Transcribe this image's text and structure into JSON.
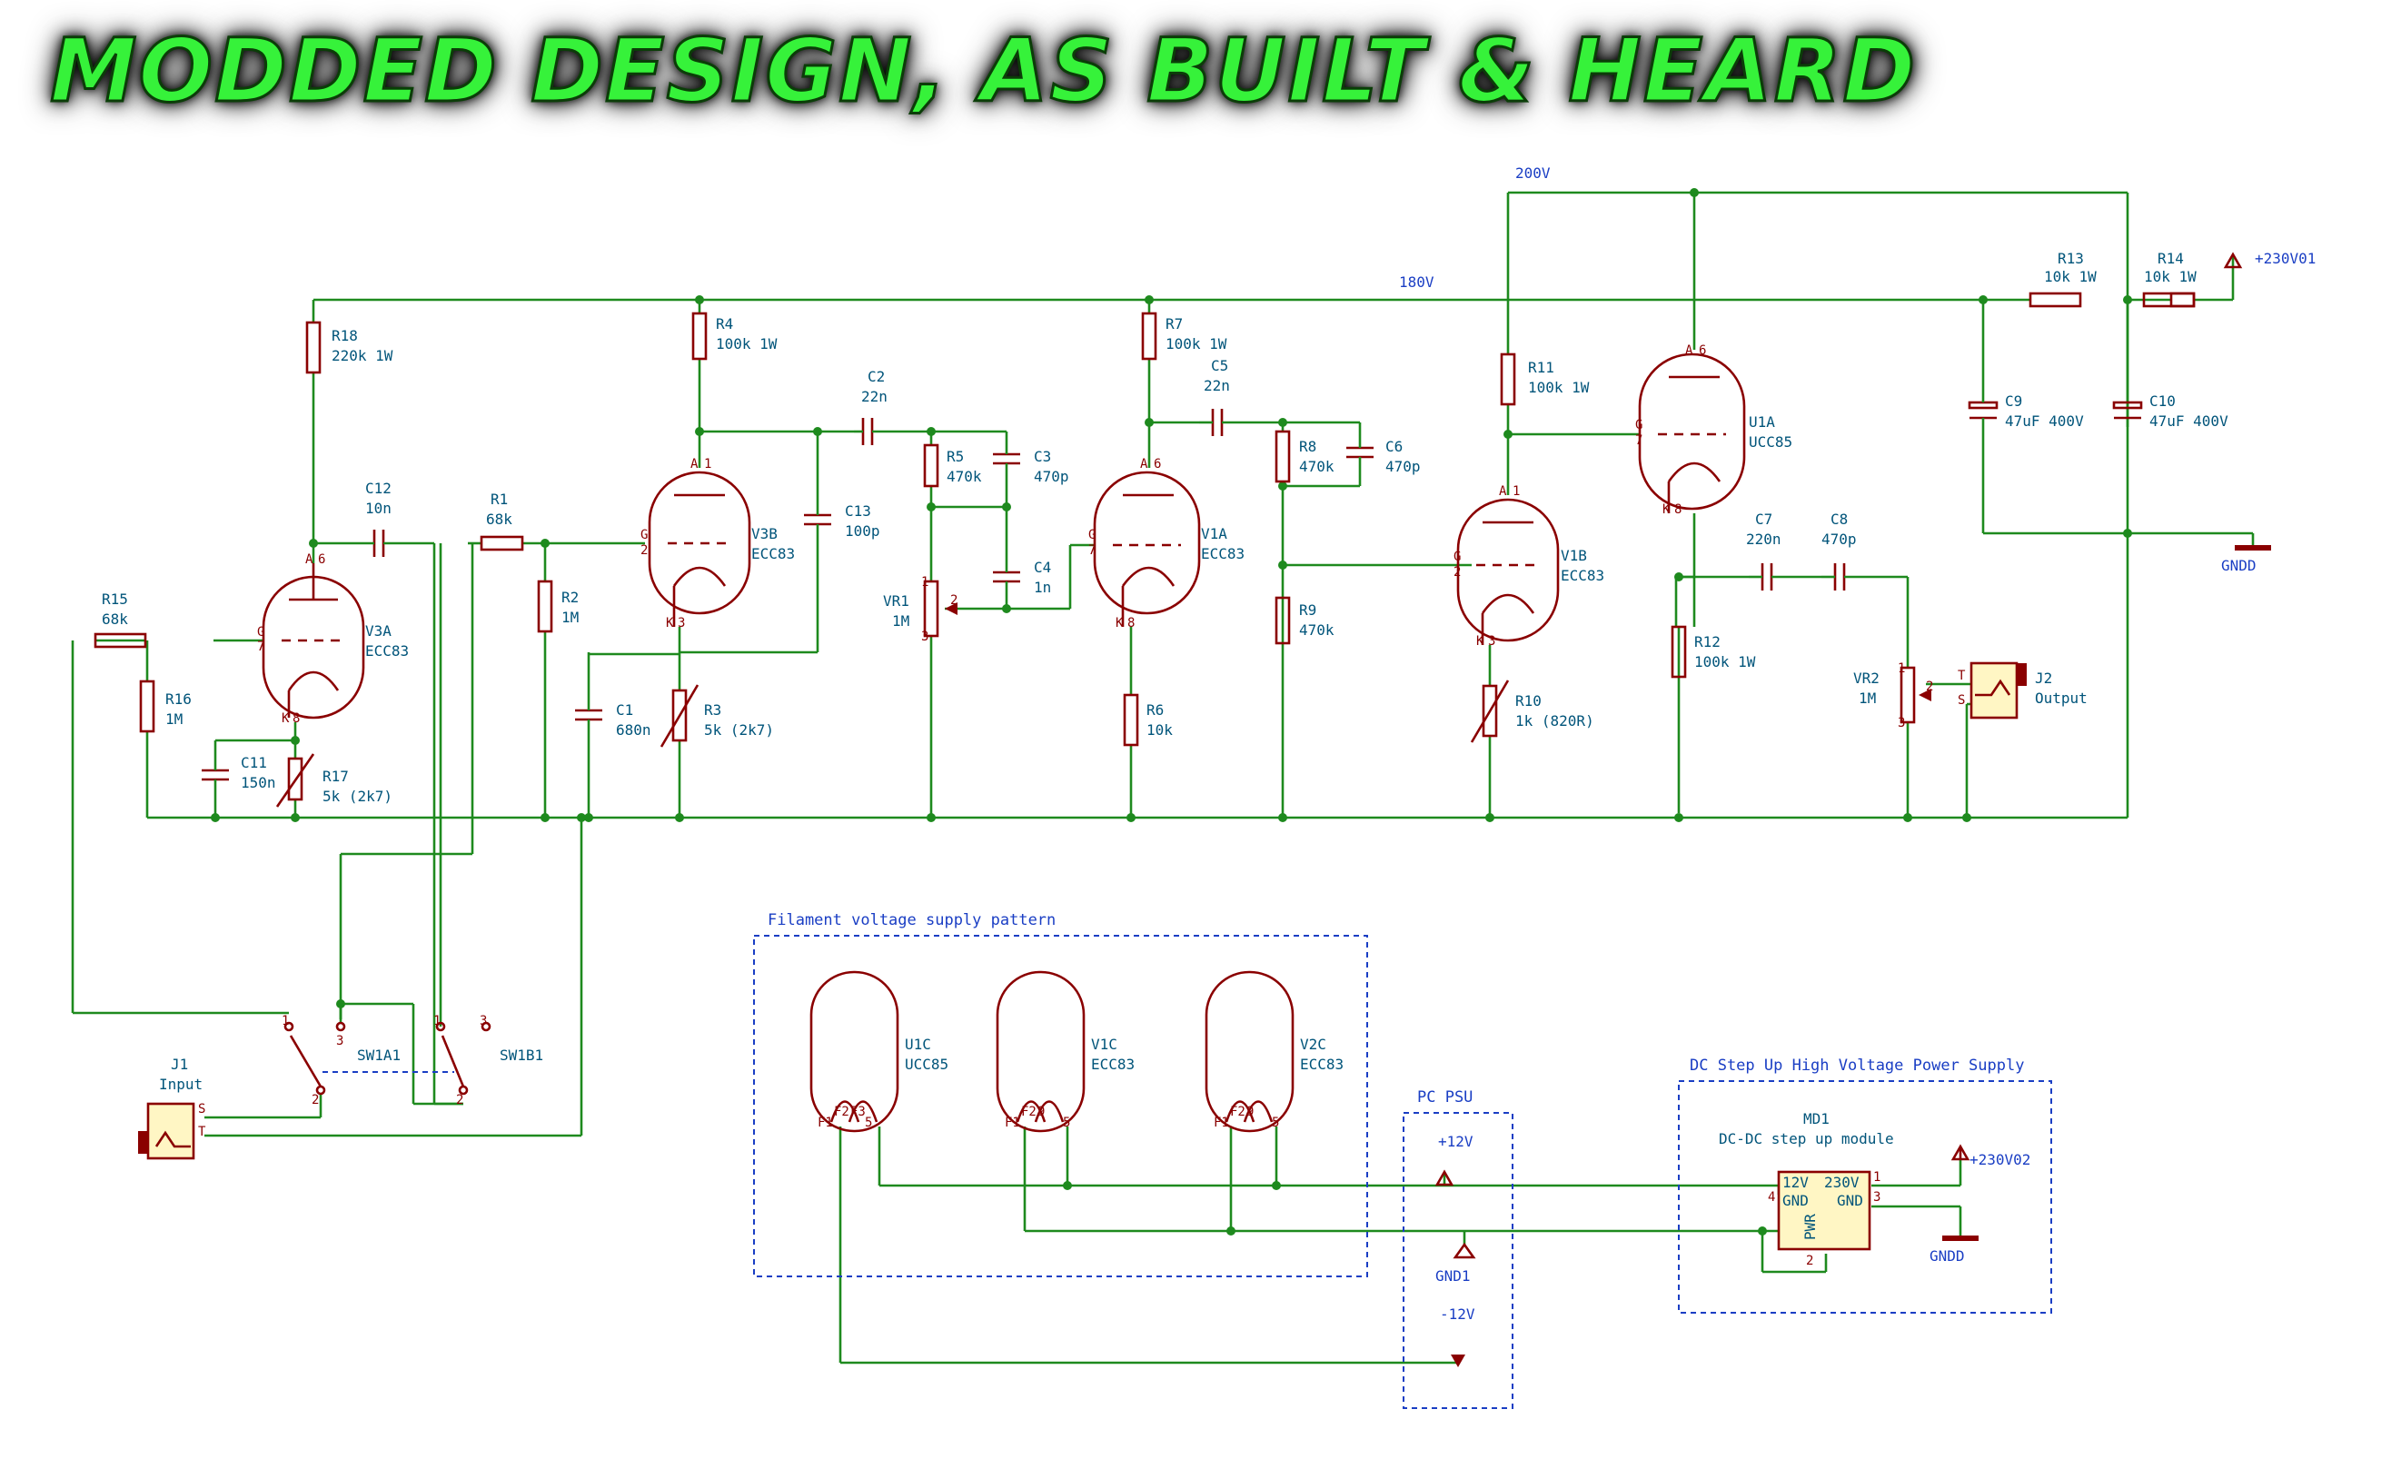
{
  "title": "MODDED DESIGN, AS BUILT & HEARD",
  "nets": {
    "v200": "200V",
    "v180": "180V",
    "v230_1": "+230V01",
    "v230_2": "+230V02",
    "gndd_a": "GNDD",
    "gndd_b": "GNDD",
    "p12": "+12V",
    "m12": "-12V",
    "gnd1": "GND1"
  },
  "groups": {
    "filament": "Filament voltage supply pattern",
    "psu": "PC PSU",
    "dcdc": "DC Step Up High Voltage Power Supply"
  },
  "resistors": {
    "R1": {
      "ref": "R1",
      "val": "68k"
    },
    "R2": {
      "ref": "R2",
      "val": "1M"
    },
    "R4": {
      "ref": "R4",
      "val": "100k 1W"
    },
    "R5": {
      "ref": "R5",
      "val": "470k"
    },
    "R6": {
      "ref": "R6",
      "val": "10k"
    },
    "R7": {
      "ref": "R7",
      "val": "100k 1W"
    },
    "R8": {
      "ref": "R8",
      "val": "470k"
    },
    "R9": {
      "ref": "R9",
      "val": "470k"
    },
    "R11": {
      "ref": "R11",
      "val": "100k 1W"
    },
    "R12": {
      "ref": "R12",
      "val": "100k 1W"
    },
    "R13": {
      "ref": "R13",
      "val": "10k 1W"
    },
    "R14": {
      "ref": "R14",
      "val": "10k 1W"
    },
    "R15": {
      "ref": "R15",
      "val": "68k"
    },
    "R16": {
      "ref": "R16",
      "val": "1M"
    },
    "R18": {
      "ref": "R18",
      "val": "220k 1W"
    }
  },
  "trimmers": {
    "R3": {
      "ref": "R3",
      "val": "5k (2k7)"
    },
    "R10": {
      "ref": "R10",
      "val": "1k (820R)"
    },
    "R17": {
      "ref": "R17",
      "val": "5k (2k7)"
    }
  },
  "capacitors": {
    "C1": {
      "ref": "C1",
      "val": "680n"
    },
    "C2": {
      "ref": "C2",
      "val": "22n"
    },
    "C3": {
      "ref": "C3",
      "val": "470p"
    },
    "C4": {
      "ref": "C4",
      "val": "1n"
    },
    "C5": {
      "ref": "C5",
      "val": "22n"
    },
    "C6": {
      "ref": "C6",
      "val": "470p"
    },
    "C7": {
      "ref": "C7",
      "val": "220n"
    },
    "C8": {
      "ref": "C8",
      "val": "470p"
    },
    "C9": {
      "ref": "C9",
      "val": "47uF 400V"
    },
    "C10": {
      "ref": "C10",
      "val": "47uF 400V"
    },
    "C11": {
      "ref": "C11",
      "val": "150n"
    },
    "C12": {
      "ref": "C12",
      "val": "10n"
    },
    "C13": {
      "ref": "C13",
      "val": "100p"
    }
  },
  "pots": {
    "VR1": {
      "ref": "VR1",
      "val": "1M"
    },
    "VR2": {
      "ref": "VR2",
      "val": "1M"
    }
  },
  "tubes": {
    "V3A": {
      "ref": "V3A",
      "val": "ECC83"
    },
    "V3B": {
      "ref": "V3B",
      "val": "ECC83"
    },
    "V1A": {
      "ref": "V1A",
      "val": "ECC83"
    },
    "V1B": {
      "ref": "V1B",
      "val": "ECC83"
    },
    "U1A": {
      "ref": "U1A",
      "val": "UCC85"
    }
  },
  "heaters": {
    "U1C": {
      "ref": "U1C",
      "val": "UCC85"
    },
    "V1C": {
      "ref": "V1C",
      "val": "ECC83"
    },
    "V2C": {
      "ref": "V2C",
      "val": "ECC83"
    }
  },
  "jacks": {
    "J1": {
      "ref": "J1",
      "val": "Input"
    },
    "J2": {
      "ref": "J2",
      "val": "Output"
    }
  },
  "switches": {
    "SW1A": {
      "ref": "SW1A1"
    },
    "SW1B": {
      "ref": "SW1B1"
    }
  },
  "module": {
    "ref": "MD1",
    "val": "DC-DC step up module",
    "p12v": "12V",
    "p230v": "230V",
    "gnd_l": "GND",
    "gnd_r": "GND",
    "pwr": "PWR"
  }
}
